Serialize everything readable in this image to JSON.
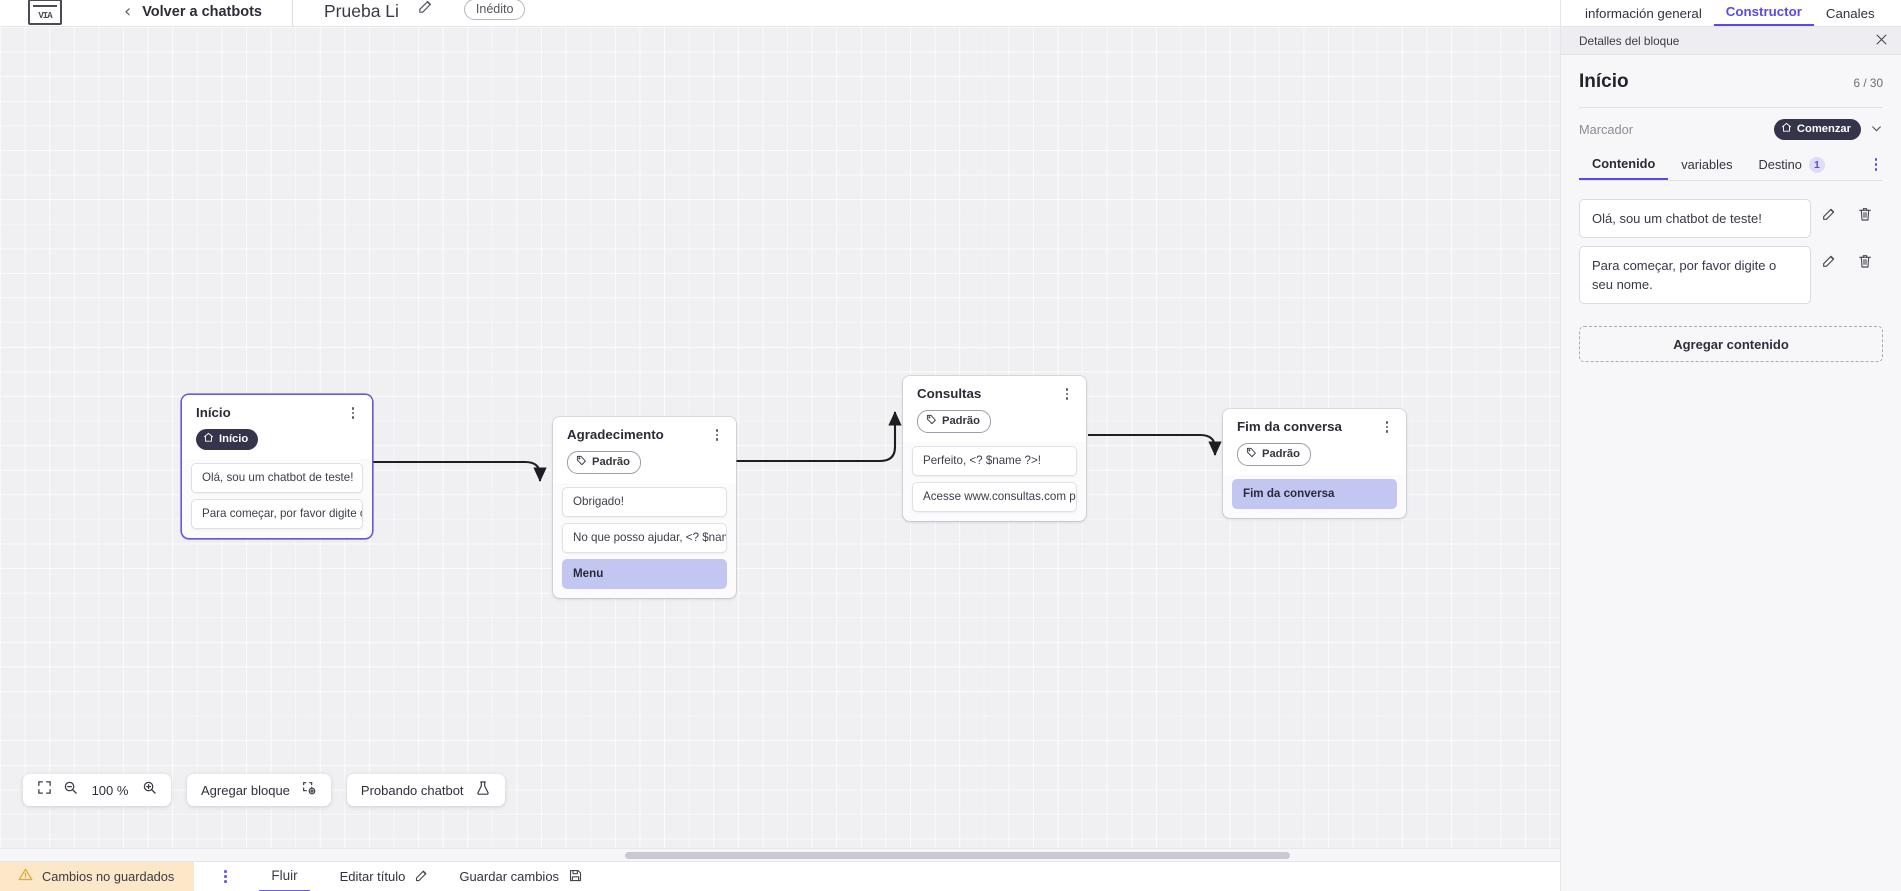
{
  "header": {
    "logo_text": "VIA",
    "back_label": "Volver a chatbots",
    "bot_title": "Prueba Li",
    "edit_icon": "pencil-icon",
    "status_badge": "Inédito"
  },
  "canvas": {
    "zoom_level": "100 %",
    "fit_icon": "fit-screen-icon",
    "zoom_out_icon": "zoom-out-icon",
    "zoom_in_icon": "zoom-in-icon",
    "add_block_label": "Agregar bloque",
    "add_block_icon": "add-block-icon",
    "test_chatbot_label": "Probando chatbot",
    "test_chatbot_icon": "flask-icon",
    "nodes": [
      {
        "id": "inicio",
        "title": "Início",
        "pill_label": "Início",
        "pill_icon": "home-icon",
        "pill_type": "start",
        "selected": true,
        "items": [
          {
            "text": "Olá, sou um chatbot de teste!",
            "accent": false
          },
          {
            "text": "Para começar, por favor digite o ...",
            "accent": false
          }
        ]
      },
      {
        "id": "agradecimento",
        "title": "Agradecimento",
        "pill_label": "Padrão",
        "pill_icon": "tag-icon",
        "pill_type": "default",
        "selected": false,
        "items": [
          {
            "text": "Obrigado!",
            "accent": false
          },
          {
            "text": "No que posso ajudar, <? $name ...",
            "accent": false
          },
          {
            "text": "Menu",
            "accent": true
          }
        ]
      },
      {
        "id": "consultas",
        "title": "Consultas",
        "pill_label": "Padrão",
        "pill_icon": "tag-icon",
        "pill_type": "default",
        "selected": false,
        "items": [
          {
            "text": "Perfeito, <? $name ?>!",
            "accent": false
          },
          {
            "text": "Acesse www.consultas.com par...",
            "accent": false
          }
        ]
      },
      {
        "id": "fim",
        "title": "Fim da conversa",
        "pill_label": "Padrão",
        "pill_icon": "tag-icon",
        "pill_type": "default",
        "selected": false,
        "items": [
          {
            "text": "Fim da conversa",
            "accent": true
          }
        ]
      }
    ]
  },
  "statusbar": {
    "unsaved_label": "Cambios no guardados",
    "warning_icon": "warning-icon",
    "kebab_icon": "more-vertical-icon",
    "flow_tab": "Fluir",
    "edit_title_label": "Editar título",
    "edit_title_icon": "pencil-icon",
    "save_label": "Guardar cambios",
    "save_icon": "save-icon"
  },
  "right_panel": {
    "tabs": [
      {
        "label": "información general",
        "active": false
      },
      {
        "label": "Constructor",
        "active": true
      },
      {
        "label": "Canales",
        "active": false
      }
    ],
    "subheader": "Detalles del bloque",
    "close_icon": "close-icon",
    "block_title": "Início",
    "block_count": "6 / 30",
    "marker_label": "Marcador",
    "marker_value": "Comenzar",
    "marker_icon": "home-icon",
    "marker_chevron": "chevron-down-icon",
    "inner_tabs": [
      {
        "label": "Contenido",
        "badge": "",
        "active": true
      },
      {
        "label": "variables",
        "badge": "",
        "active": false
      },
      {
        "label": "Destino",
        "badge": "1",
        "active": false
      }
    ],
    "messages": [
      {
        "text": "Olá, sou um chatbot de teste!",
        "edit_icon": "pencil-icon",
        "delete_icon": "trash-icon"
      },
      {
        "text": "Para começar, por favor digite o seu nome.",
        "edit_icon": "pencil-icon",
        "delete_icon": "trash-icon"
      }
    ],
    "add_content_label": "Agregar contenido"
  },
  "colors": {
    "accent": "#5a4ae3",
    "node_accent_bg": "#c3c6f1",
    "unsaved_bg": "#fce8c8",
    "dark_pill": "#34344a"
  }
}
